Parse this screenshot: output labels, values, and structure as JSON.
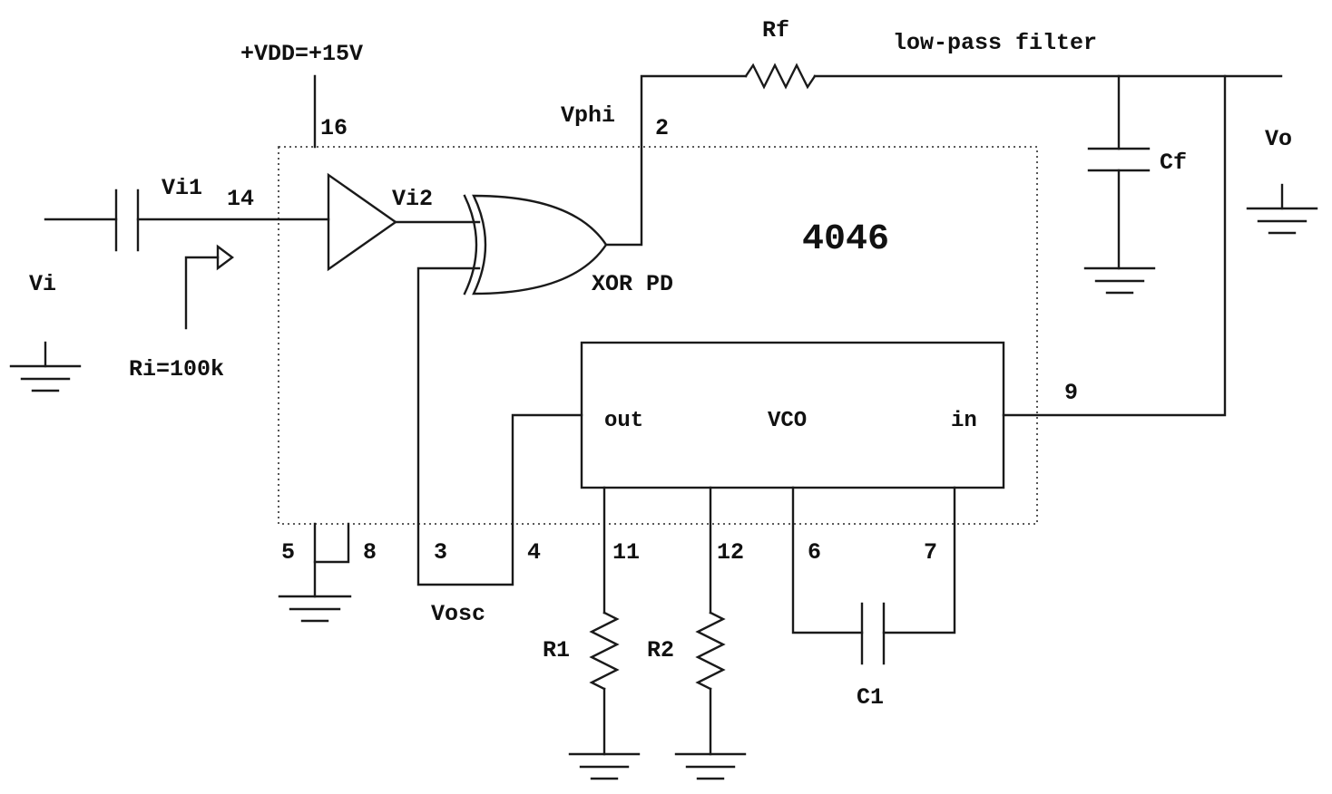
{
  "diagram": {
    "chip_name": "4046",
    "supply": "+VDD=+15V",
    "block_labels": {
      "vco": "VCO",
      "vco_out": "out",
      "vco_in": "in",
      "phase_detector": "XOR PD",
      "filter": "low-pass filter"
    },
    "pins": {
      "p2": "2",
      "p3": "3",
      "p4": "4",
      "p5": "5",
      "p6": "6",
      "p7": "7",
      "p8": "8",
      "p9": "9",
      "p11": "11",
      "p12": "12",
      "p14": "14",
      "p16": "16"
    },
    "signals": {
      "vi": "Vi",
      "vi1": "Vi1",
      "vi2": "Vi2",
      "vphi": "Vphi",
      "vosc": "Vosc",
      "vo": "Vo"
    },
    "components": {
      "ri": "Ri=100k",
      "rf": "Rf",
      "cf": "Cf",
      "r1": "R1",
      "r2": "R2",
      "c1": "C1"
    }
  }
}
